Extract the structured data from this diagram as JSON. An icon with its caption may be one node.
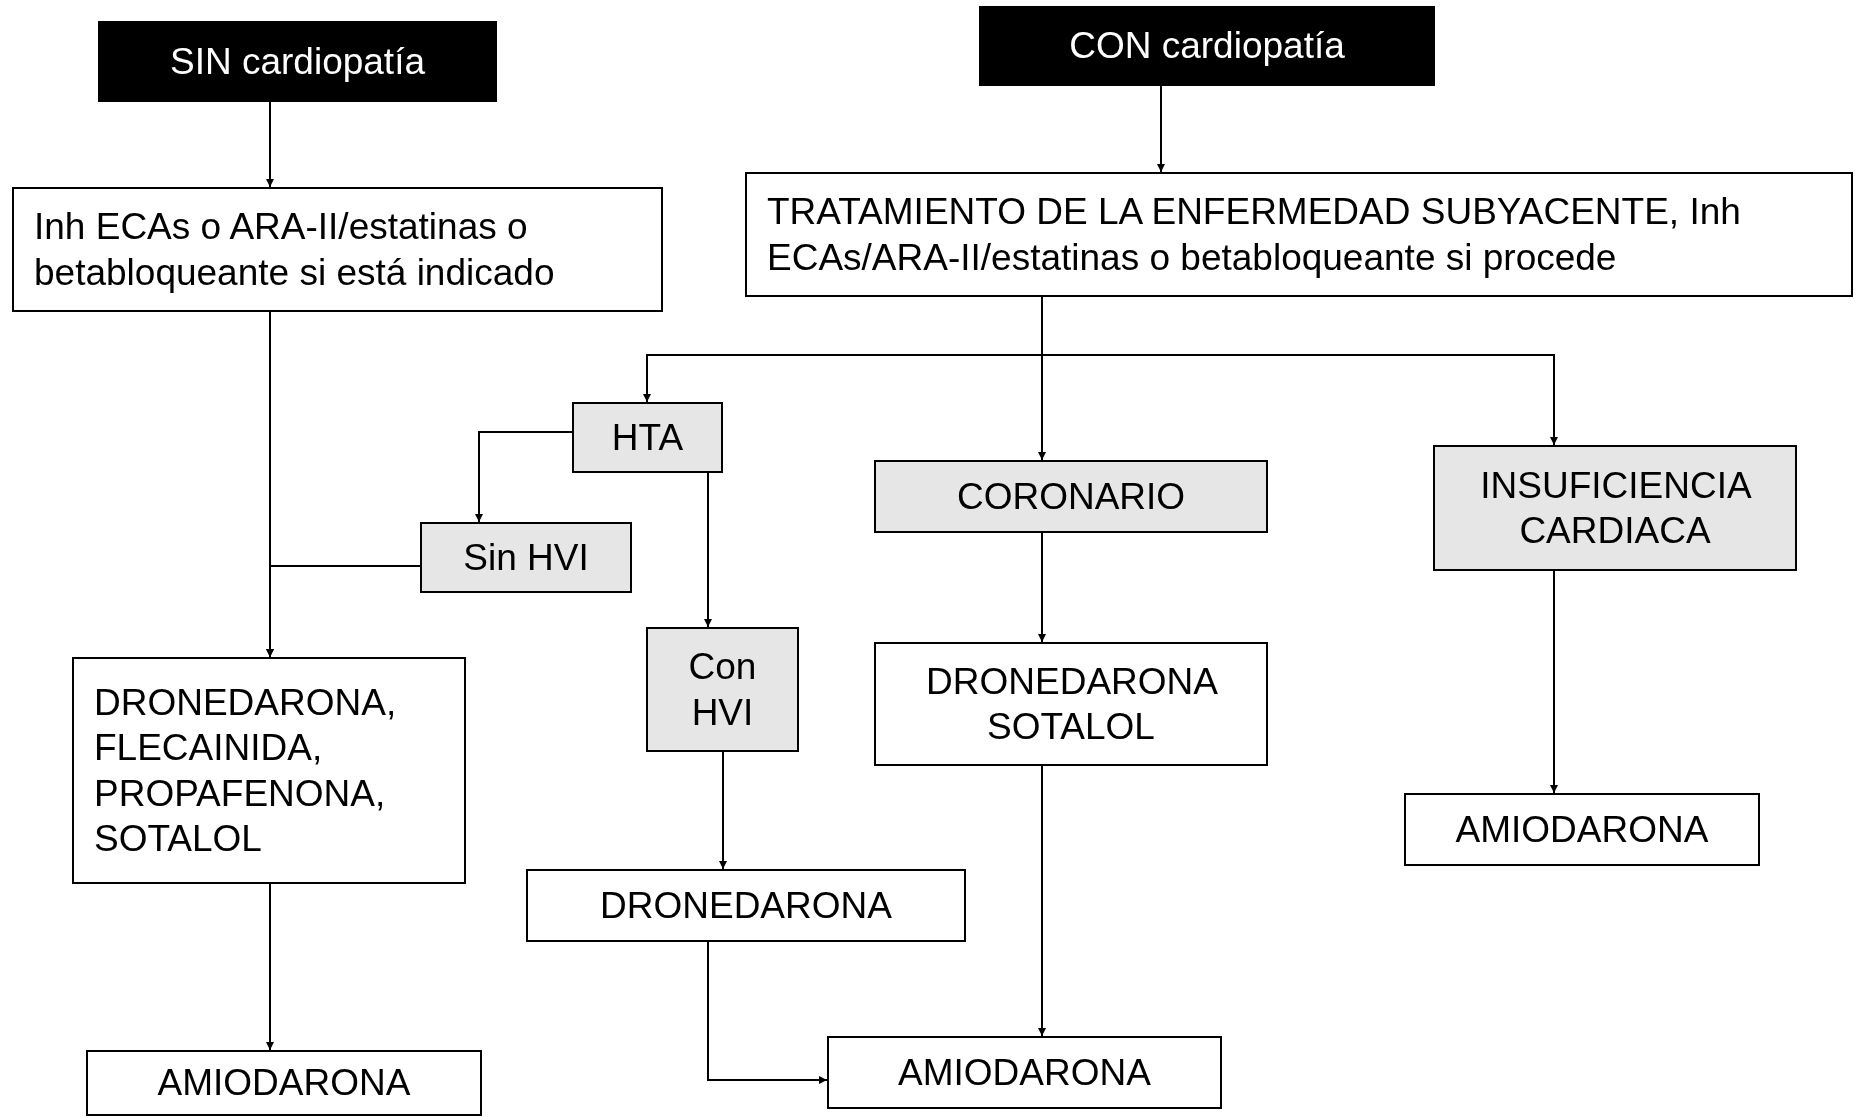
{
  "diagram": {
    "nodes": [
      {
        "text": [
          "SIN cardiopatía"
        ]
      },
      {
        "text": [
          "CON cardiopatía"
        ]
      },
      {
        "text": [
          "Inh ECAs o ARA-II/estatinas o betabloqueante si está indicado"
        ]
      },
      {
        "text": [
          "TRATAMIENTO DE LA ENFERMEDAD SUBYACENTE, Inh ECAs/ARA-II/estatinas o betabloqueante si procede"
        ]
      },
      {
        "text": [
          "HTA"
        ]
      },
      {
        "text": [
          "CORONARIO"
        ]
      },
      {
        "text": [
          "INSUFICIENCIA CARDIACA"
        ]
      },
      {
        "text": [
          "Sin HVI"
        ]
      },
      {
        "text": [
          "Con HVI"
        ]
      },
      {
        "text": [
          "DRONEDARONA, FLECAINIDA, PROPAFENONA, SOTALOL"
        ]
      },
      {
        "text": [
          "DRONEDARONA SOTALOL"
        ]
      },
      {
        "text": [
          "AMIODARONA"
        ]
      },
      {
        "text": [
          "DRONEDARONA"
        ]
      },
      {
        "text": [
          "AMIODARONA"
        ]
      },
      {
        "text": [
          "AMIODARONA"
        ]
      }
    ],
    "edges": [
      {
        "from": 0,
        "to": 2,
        "arrow": "to"
      },
      {
        "from": 1,
        "to": 3,
        "arrow": "to"
      },
      {
        "from": 3,
        "to": 4,
        "arrow": "to"
      },
      {
        "from": 3,
        "to": 5,
        "arrow": "to"
      },
      {
        "from": 3,
        "to": 6,
        "arrow": "to"
      },
      {
        "from": 4,
        "to": 7,
        "arrow": "to"
      },
      {
        "from": 4,
        "to": 8,
        "arrow": "to"
      },
      {
        "from": 2,
        "to": 9,
        "arrow": "to"
      },
      {
        "from": 7,
        "to": 9,
        "arrow": "to"
      },
      {
        "from": 8,
        "to": 12,
        "arrow": "to"
      },
      {
        "from": 5,
        "to": 10,
        "arrow": "to"
      },
      {
        "from": 6,
        "to": 11,
        "arrow": "to"
      },
      {
        "from": 9,
        "to": 13,
        "arrow": "to"
      },
      {
        "from": 10,
        "to": 14,
        "arrow": "to"
      },
      {
        "from": 12,
        "to": 14,
        "arrow": "to"
      }
    ]
  }
}
